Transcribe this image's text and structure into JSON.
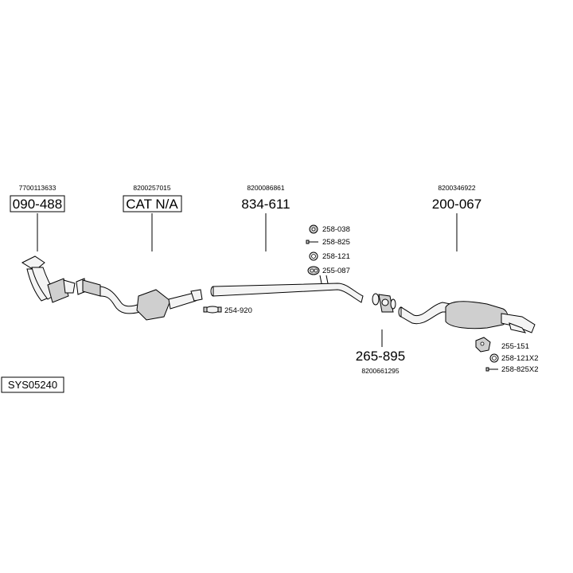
{
  "system_id": "SYS05240",
  "components": [
    {
      "oe_number": "7700113633",
      "part_number": "090-488"
    },
    {
      "oe_number": "8200257015",
      "part_number": "CAT N/A"
    },
    {
      "oe_number": "8200086861",
      "part_number": "834-611"
    },
    {
      "oe_number": "8200346922",
      "part_number": "200-067"
    },
    {
      "oe_number": "8200661295",
      "part_number": "265-895"
    }
  ],
  "fittings_center": [
    "258-038",
    "258-825",
    "258-121",
    "255-087"
  ],
  "fitting_clamp": "254-920",
  "fittings_rear": [
    "255-151",
    "258-121X2",
    "258-825X2"
  ]
}
